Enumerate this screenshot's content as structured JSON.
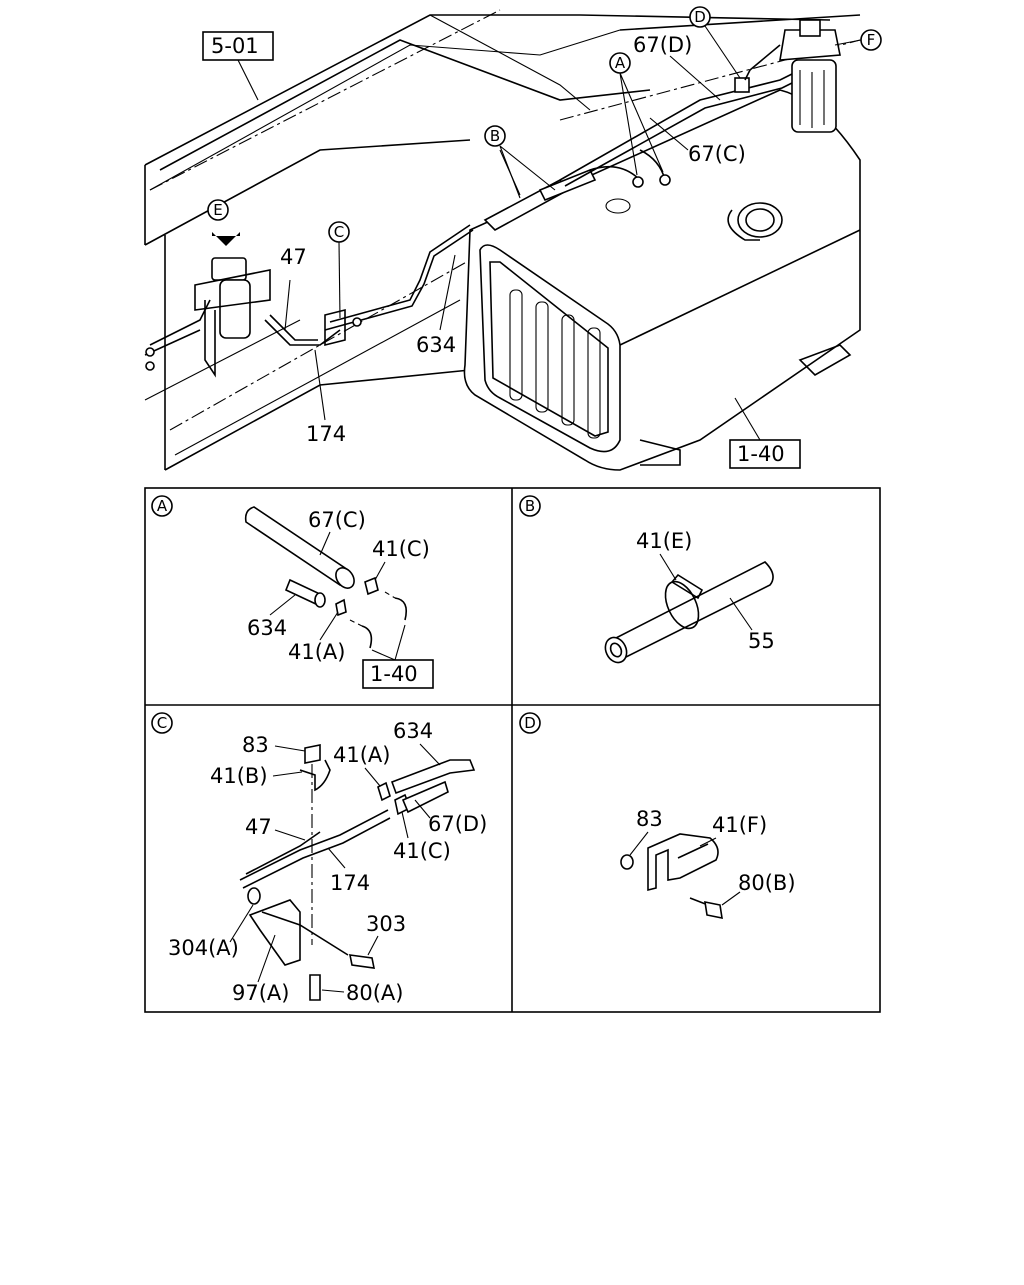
{
  "main_view": {
    "ref_frame": "5-01",
    "ref_tank": "1-40",
    "callouts": {
      "E": "E",
      "C": "C",
      "B": "B",
      "A": "A",
      "D": "D",
      "F": "F"
    },
    "labels": {
      "p47": "47",
      "p174": "174",
      "p634": "634",
      "p67d": "67(D)",
      "p67c": "67(C)"
    }
  },
  "panels": [
    {
      "id": "A",
      "labels": {
        "p67c": "67(C)",
        "p41c": "41(C)",
        "p634": "634",
        "p41a": "41(A)",
        "ref": "1-40"
      }
    },
    {
      "id": "B",
      "labels": {
        "p41e": "41(E)",
        "p55": "55"
      }
    },
    {
      "id": "C",
      "labels": {
        "p634": "634",
        "p83": "83",
        "p41a": "41(A)",
        "p41b": "41(B)",
        "p47": "47",
        "p67d": "67(D)",
        "p41c": "41(C)",
        "p174": "174",
        "p303": "303",
        "p304a": "304(A)",
        "p97a": "97(A)",
        "p80a": "80(A)"
      }
    },
    {
      "id": "D",
      "labels": {
        "p83": "83",
        "p41f": "41(F)",
        "p80b": "80(B)"
      }
    }
  ]
}
